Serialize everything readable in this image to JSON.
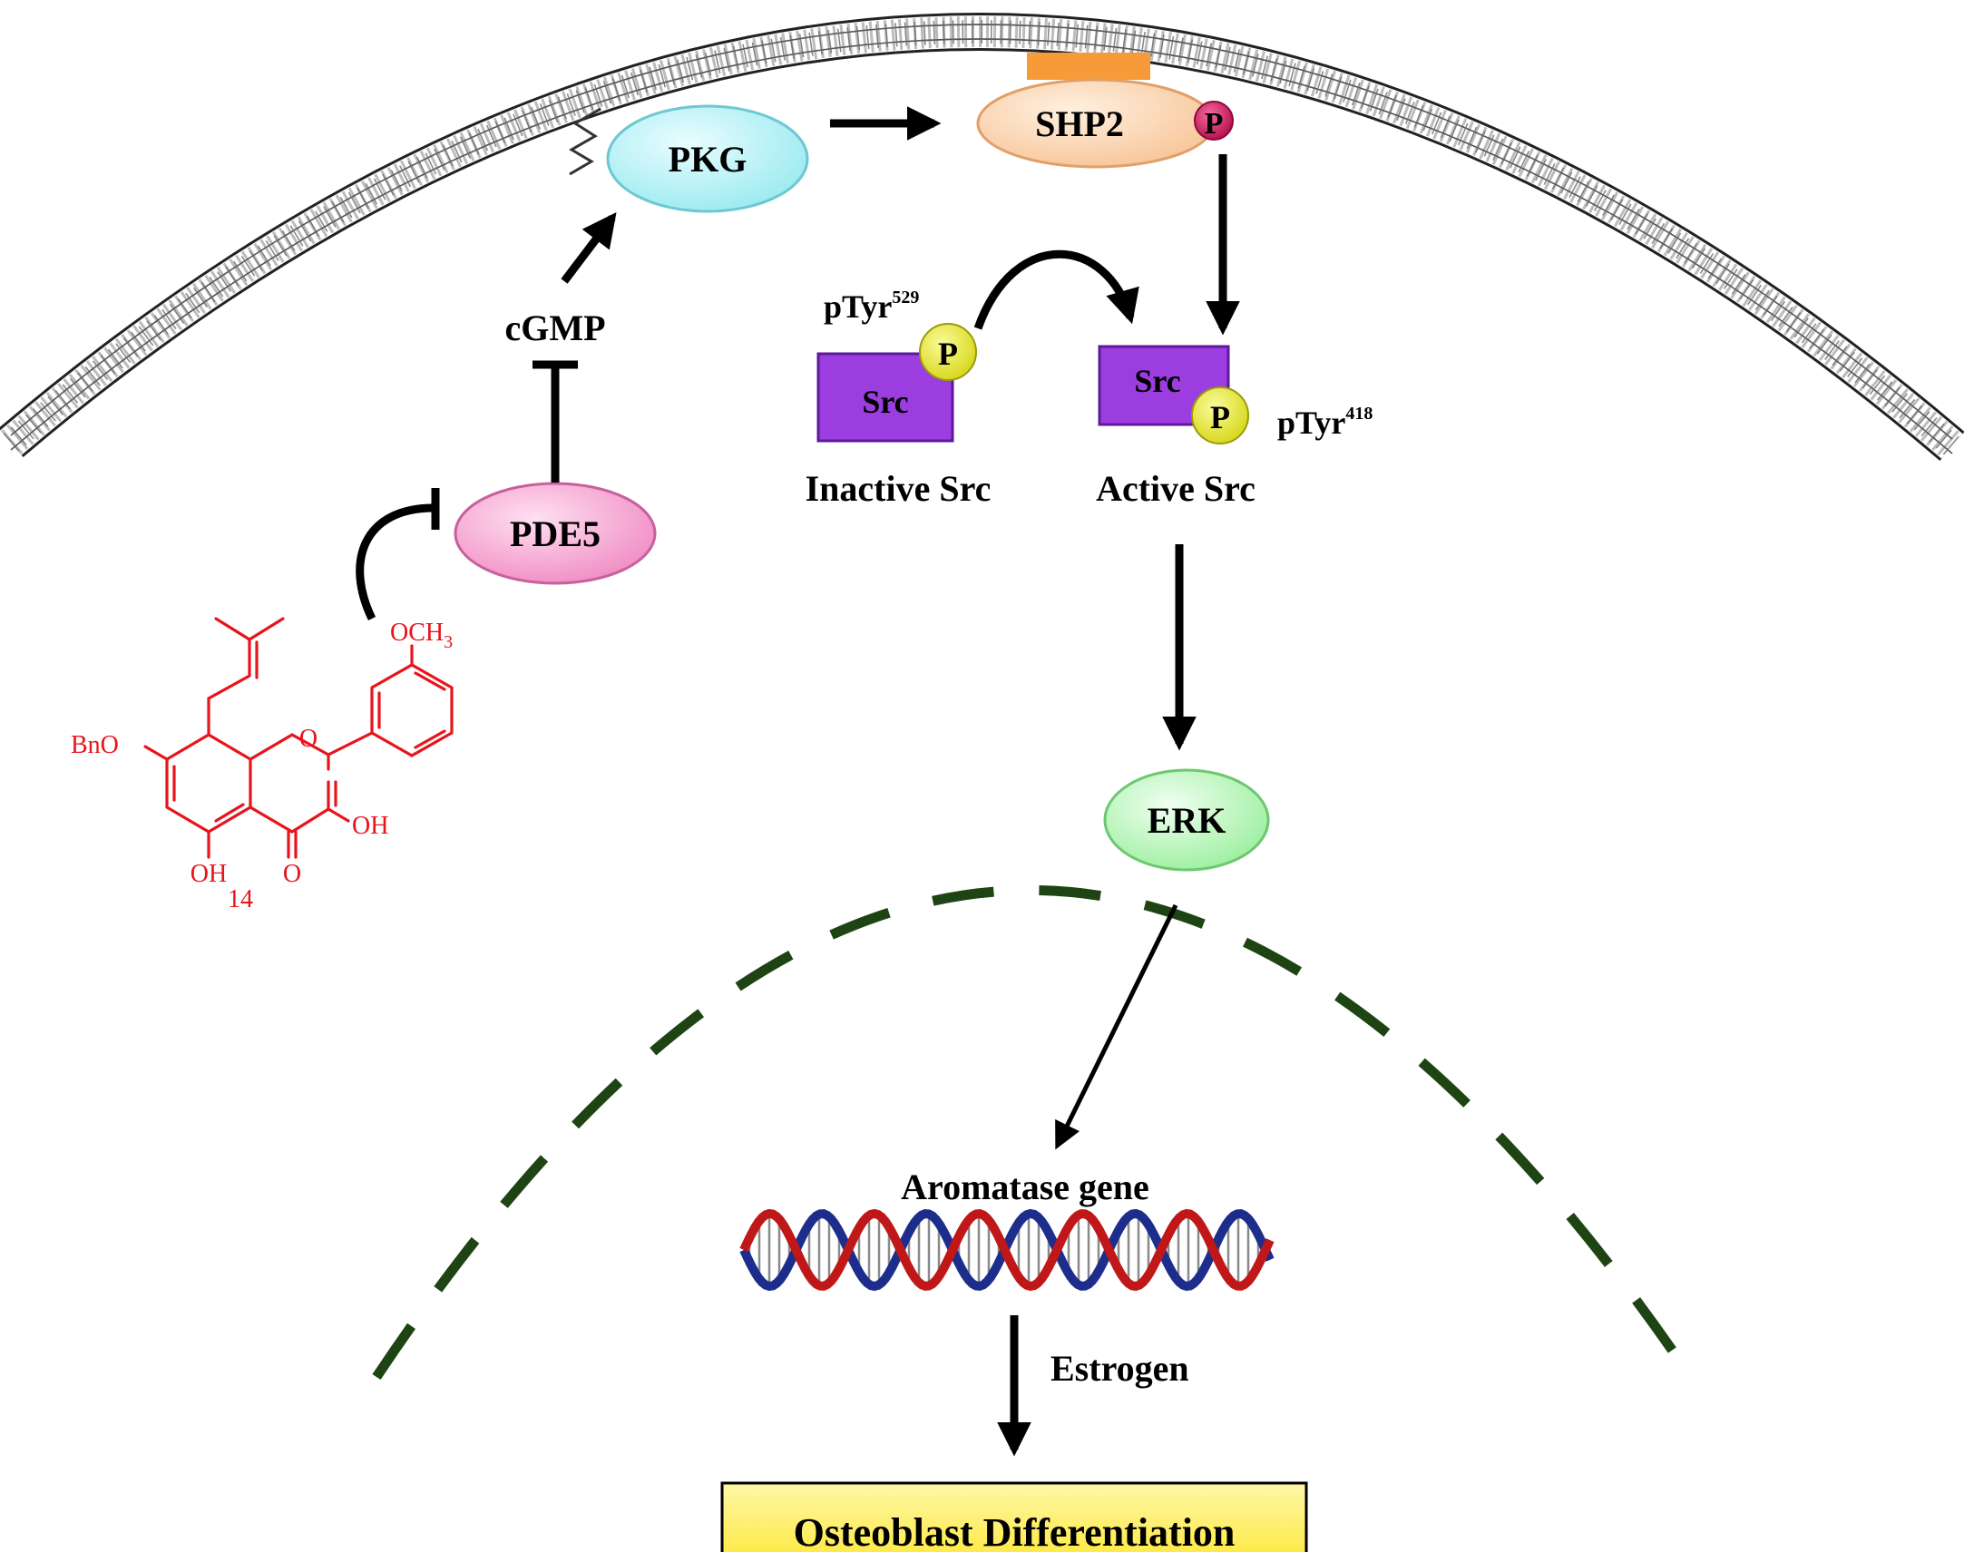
{
  "molecules": {
    "pkg": "PKG",
    "shp2": "SHP2",
    "pde5": "PDE5",
    "cgmp": "cGMP",
    "erk": "ERK",
    "src_inactive": "Src",
    "src_active": "Src",
    "phospho": "P"
  },
  "labels": {
    "ptyr529_base": "pTyr",
    "ptyr529_sup": "529",
    "ptyr418_base": "pTyr",
    "ptyr418_sup": "418",
    "inactive_src": "Inactive Src",
    "active_src": "Active Src",
    "aromatase_gene": "Aromatase gene",
    "estrogen": "Estrogen",
    "osteoblast": "Osteoblast Differentiation"
  },
  "compound": {
    "number": "14",
    "bno": "BnO",
    "och3_base": "OCH",
    "och3_sub": "3",
    "oh_3": "OH",
    "oh_5": "OH",
    "ring_o": "O",
    "carbonyl_o": "O"
  },
  "colors": {
    "pkg_fill": "#b8f2f6",
    "shp2_fill": "#fbd3b0",
    "pde5_fill": "#f7a8d2",
    "erk_fill": "#c0f5c4",
    "src_fill": "#9c3de0",
    "phospho_yellow": "#e8e82a",
    "phospho_magenta": "#d4145a",
    "anchor_orange": "#f79a3a",
    "nucleus_dash": "#1e4414",
    "compound_red": "#e8141c",
    "result_box": "#fff04a",
    "dna_red": "#c01818",
    "dna_blue": "#1c2d8c"
  }
}
